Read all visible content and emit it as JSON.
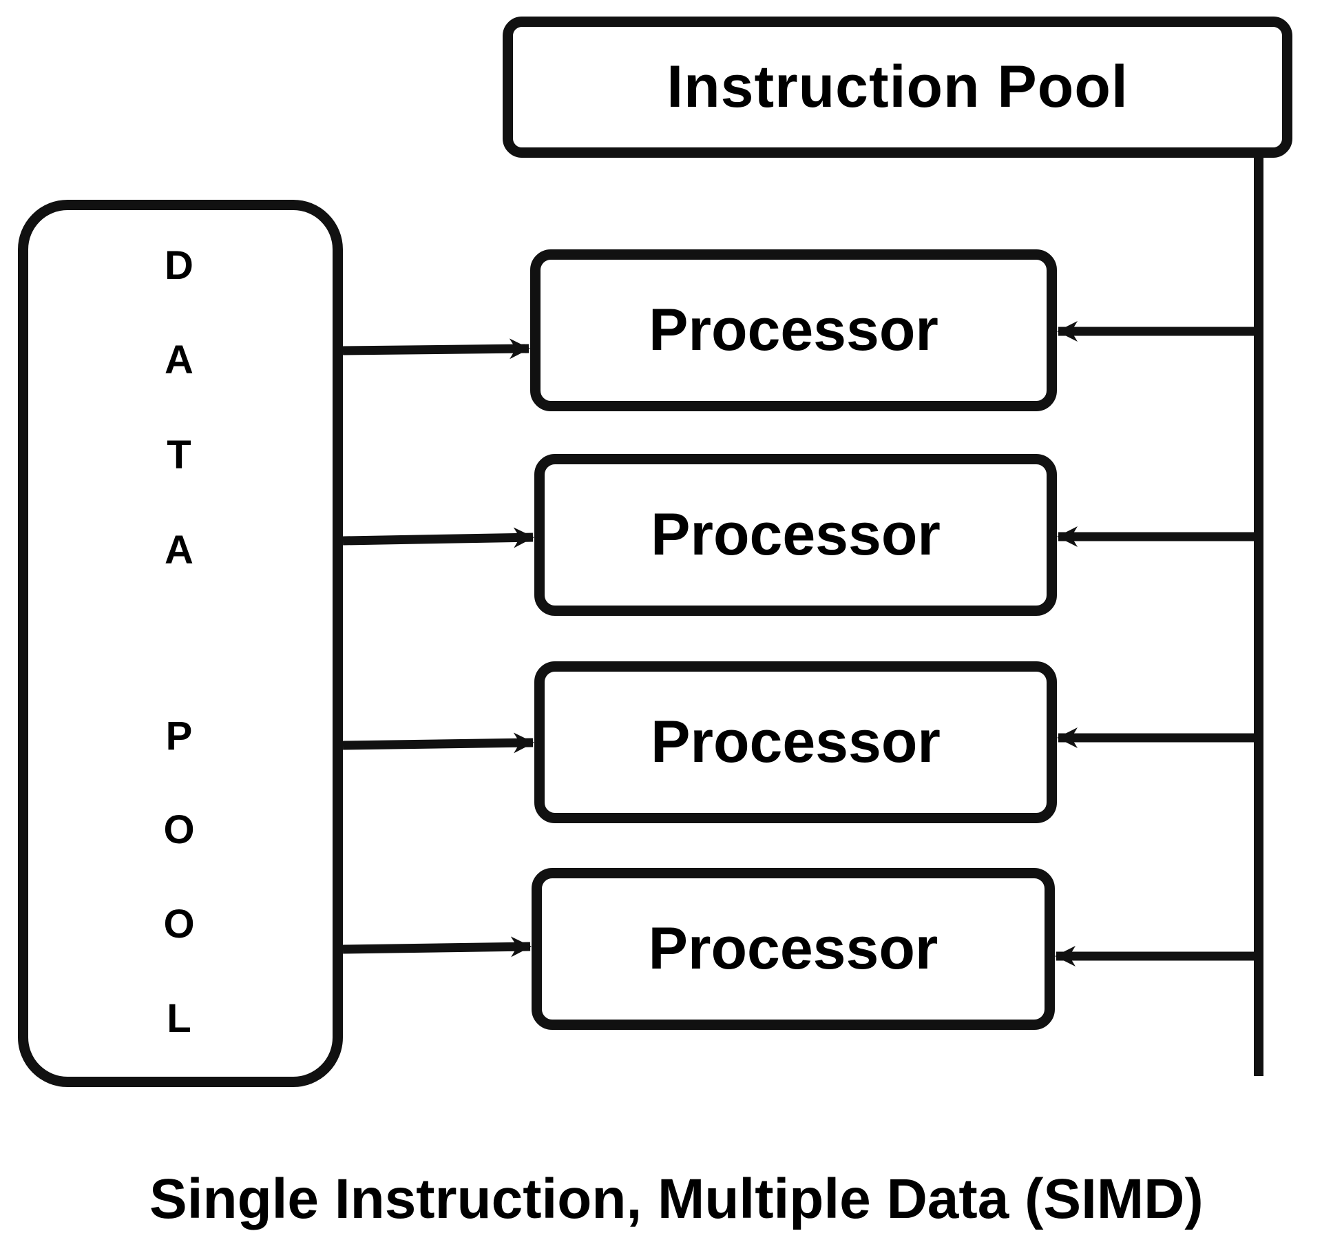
{
  "instruction_pool": {
    "label": "Instruction Pool"
  },
  "data_pool": {
    "letters": [
      "D",
      "A",
      "T",
      "A",
      "P",
      "O",
      "O",
      "L"
    ]
  },
  "processors": [
    {
      "label": "Processor"
    },
    {
      "label": "Processor"
    },
    {
      "label": "Processor"
    },
    {
      "label": "Processor"
    }
  ],
  "caption": "Single Instruction, Multiple Data (SIMD)",
  "colors": {
    "stroke": "#111111",
    "background": "#ffffff"
  }
}
